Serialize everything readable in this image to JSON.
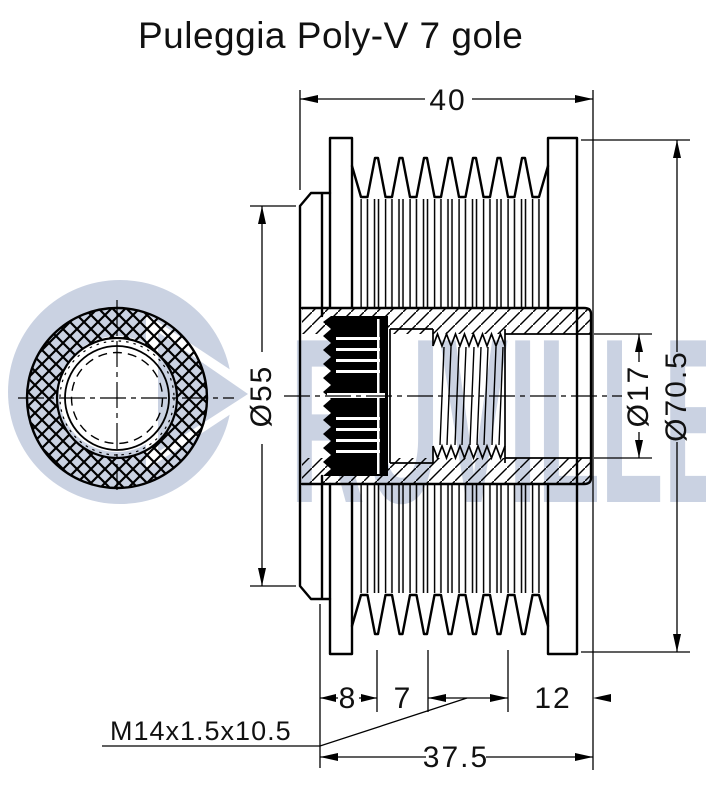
{
  "title": "Puleggia Poly-V 7 gole",
  "watermark": {
    "text": "RUVILLE",
    "color": "#cad2e2"
  },
  "colors": {
    "line": "#000000",
    "background": "#ffffff"
  },
  "dimensions": {
    "overall_width": "40",
    "back_plate_diameter": "Ø55",
    "bore_diameter": "Ø17",
    "outer_diameter": "Ø70.5",
    "segment_spline": "8",
    "segment_middle": "7",
    "segment_right": "12",
    "hub_length": "37.5",
    "thread_spec": "M14x1.5x10.5"
  }
}
